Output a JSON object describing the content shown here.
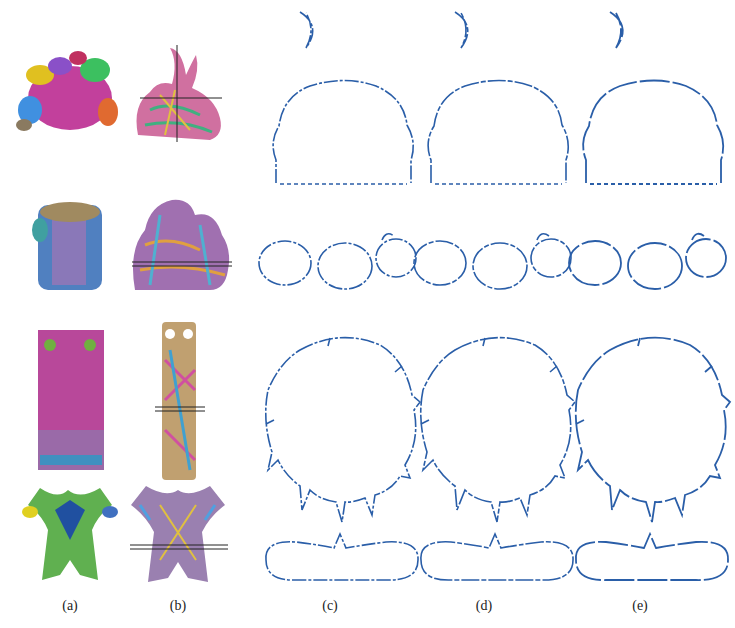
{
  "diagram": {
    "labels": [
      "(a)",
      "(b)",
      "(c)",
      "(d)",
      "(e)"
    ]
  }
}
